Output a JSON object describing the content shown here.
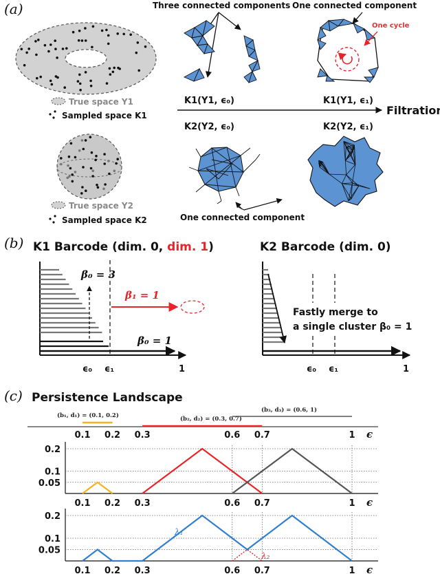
{
  "panel_a": {
    "label": "(a)",
    "annotations": {
      "three_components": "Three connected components",
      "one_component_top": "One connected component",
      "one_cycle": "One cycle",
      "one_component_bottom": "One connected component"
    },
    "legend_top": {
      "true_space": "True space Y1",
      "sampled_space": "Sampled space K1"
    },
    "legend_bottom": {
      "true_space": "True space Y2",
      "sampled_space": "Sampled space K2"
    },
    "complex_labels": {
      "k1_eps0": "K1(Y1, ϵ₀)",
      "k1_eps1": "K1(Y1, ϵ₁)",
      "k2_eps0": "K2(Y2, ϵ₀)",
      "k2_eps1": "K2(Y2, ϵ₁)"
    },
    "filtration_label": "Filtration"
  },
  "panel_b": {
    "label": "(b)",
    "k1_title_prefix": "K1 Barcode (dim. 0, ",
    "k1_title_red": "dim. 1",
    "k1_title_suffix": ")",
    "k2_title": "K2 Barcode (dim. 0)",
    "beta0_3": "β₀ = 3",
    "beta1_1": "β₁ = 1",
    "beta0_1": "β₀ = 1",
    "merge_line1": "Fastly merge to",
    "merge_line2": "a single cluster β₀ = 1",
    "tick_eps0": "ϵ₀",
    "tick_eps1": "ϵ₁",
    "tick_one": "1"
  },
  "panel_c": {
    "label": "(c)",
    "title": "Persistence Landscape",
    "axis_symbol": "ϵ",
    "lambda1": "λ₁",
    "lambda2": "λ₂",
    "interval_labels": [
      "(b₁, d₁) = (0.1, 0.2)",
      "(b₂, d₂) = (0.3, 0.7)",
      "(b₃, d₃) = (0.6, 1)"
    ]
  },
  "colors": {
    "complex_fill": "#5b93d3",
    "orange": "#f5b21b",
    "red": "#e8242a",
    "gray": "#555555",
    "blue": "#2f7fcf"
  },
  "chart_data": [
    {
      "type": "bar",
      "name": "interval-bars",
      "intervals": [
        {
          "label": "(b₁, d₁) = (0.1, 0.2)",
          "birth": 0.1,
          "death": 0.2,
          "color": "#f5b21b"
        },
        {
          "label": "(b₂, d₂) = (0.3, 0.7)",
          "birth": 0.3,
          "death": 0.7,
          "color": "#e8242a"
        },
        {
          "label": "(b₃, d₃) = (0.6, 1)",
          "birth": 0.6,
          "death": 1.0,
          "color": "#555555"
        }
      ],
      "x_ticks": [
        "0.1",
        "0.2",
        "0.3",
        "0.6",
        "0.7",
        "1"
      ],
      "xlabel": "ϵ"
    },
    {
      "type": "line",
      "name": "landscape-per-interval",
      "x_ticks": [
        "0.1",
        "0.2",
        "0.3",
        "0.6",
        "0.7",
        "1"
      ],
      "y_ticks": [
        "0.2",
        "0.1",
        "0.05"
      ],
      "xlabel": "ϵ",
      "series": [
        {
          "color": "#f5b21b",
          "x": [
            0.1,
            0.15,
            0.2
          ],
          "y": [
            0,
            0.05,
            0
          ]
        },
        {
          "color": "#e8242a",
          "x": [
            0.3,
            0.5,
            0.7
          ],
          "y": [
            0,
            0.2,
            0
          ]
        },
        {
          "color": "#555555",
          "x": [
            0.6,
            0.8,
            1.0
          ],
          "y": [
            0,
            0.2,
            0
          ]
        }
      ]
    },
    {
      "type": "line",
      "name": "persistence-landscape",
      "x_ticks": [
        "0.1",
        "0.2",
        "0.3",
        "0.6",
        "0.7",
        "1"
      ],
      "y_ticks": [
        "0.2",
        "0.1",
        "0.05"
      ],
      "xlabel": "ϵ",
      "series": [
        {
          "name": "λ₁",
          "color": "#2f7fcf",
          "x": [
            0.1,
            0.15,
            0.2,
            0.3,
            0.5,
            0.65,
            0.8,
            1.0
          ],
          "y": [
            0,
            0.05,
            0,
            0,
            0.2,
            0.05,
            0.2,
            0
          ]
        },
        {
          "name": "λ₂",
          "color": "#e8242a",
          "x": [
            0.6,
            0.65,
            0.7
          ],
          "y": [
            0,
            0.05,
            0
          ]
        }
      ]
    }
  ]
}
